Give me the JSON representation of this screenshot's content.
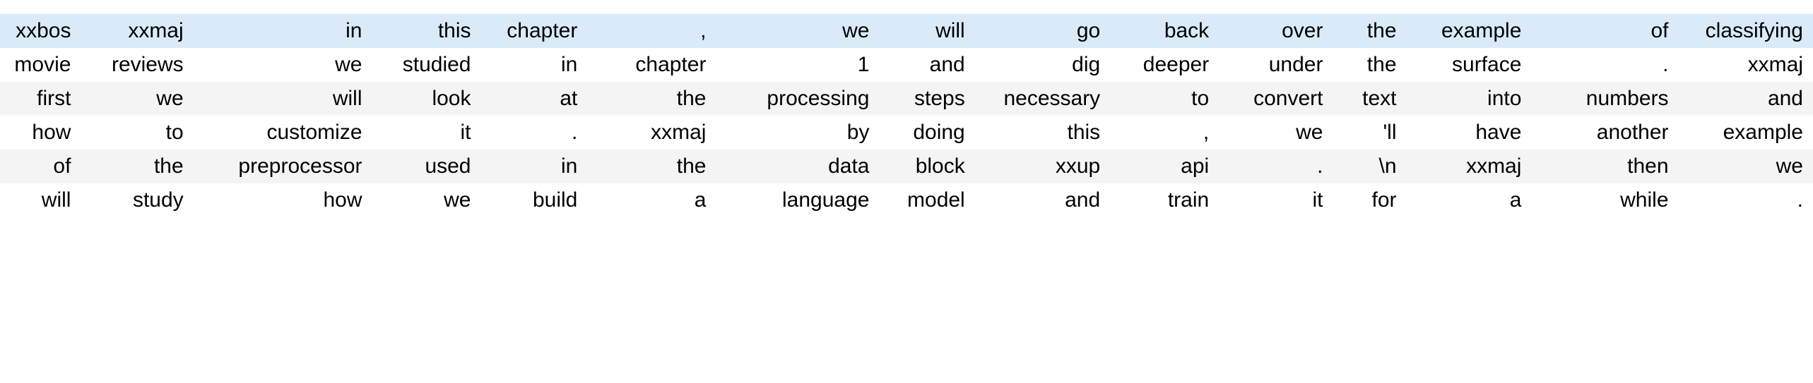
{
  "table": {
    "row_count": 6,
    "column_count": 15,
    "colors": {
      "highlight_row_background": "#daeaf9",
      "odd_row_background": "#f4f4f4",
      "even_row_background": "#ffffff",
      "text": "#000000",
      "page_background": "#ffffff"
    },
    "text_align": "right",
    "rows": [
      {
        "style": "highlight",
        "cells": [
          "xxbos",
          "xxmaj",
          "in",
          "this",
          "chapter",
          ",",
          "we",
          "will",
          "go",
          "back",
          "over",
          "the",
          "example",
          "of",
          "classifying"
        ]
      },
      {
        "style": "even",
        "cells": [
          "movie",
          "reviews",
          "we",
          "studied",
          "in",
          "chapter",
          "1",
          "and",
          "dig",
          "deeper",
          "under",
          "the",
          "surface",
          ".",
          "xxmaj"
        ]
      },
      {
        "style": "odd",
        "cells": [
          "first",
          "we",
          "will",
          "look",
          "at",
          "the",
          "processing",
          "steps",
          "necessary",
          "to",
          "convert",
          "text",
          "into",
          "numbers",
          "and"
        ]
      },
      {
        "style": "even",
        "cells": [
          "how",
          "to",
          "customize",
          "it",
          ".",
          "xxmaj",
          "by",
          "doing",
          "this",
          ",",
          "we",
          "'ll",
          "have",
          "another",
          "example"
        ]
      },
      {
        "style": "odd",
        "cells": [
          "of",
          "the",
          "preprocessor",
          "used",
          "in",
          "the",
          "data",
          "block",
          "xxup",
          "api",
          ".",
          "\\n",
          "xxmaj",
          "then",
          "we"
        ]
      },
      {
        "style": "even",
        "cells": [
          "will",
          "study",
          "how",
          "we",
          "build",
          "a",
          "language",
          "model",
          "and",
          "train",
          "it",
          "for",
          "a",
          "while",
          "."
        ]
      }
    ]
  }
}
